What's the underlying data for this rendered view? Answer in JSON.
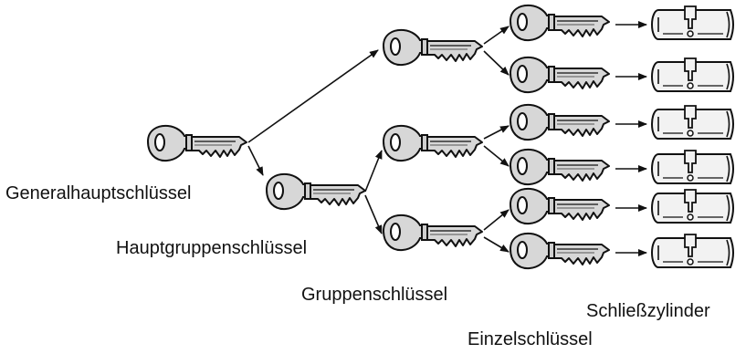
{
  "labels": {
    "generalhauptschluessel": "Generalhauptschlüssel",
    "hauptgruppenschluessel": "Hauptgruppenschlüssel",
    "gruppenschluessel": "Gruppenschlüssel",
    "schliesszylinder": "Schließzylinder",
    "einzelschluessel": "Einzelschlüssel"
  },
  "colors": {
    "key_fill": "#d7d7d7",
    "outline": "#111111",
    "cylinder_fill": "#f2f2f2"
  }
}
